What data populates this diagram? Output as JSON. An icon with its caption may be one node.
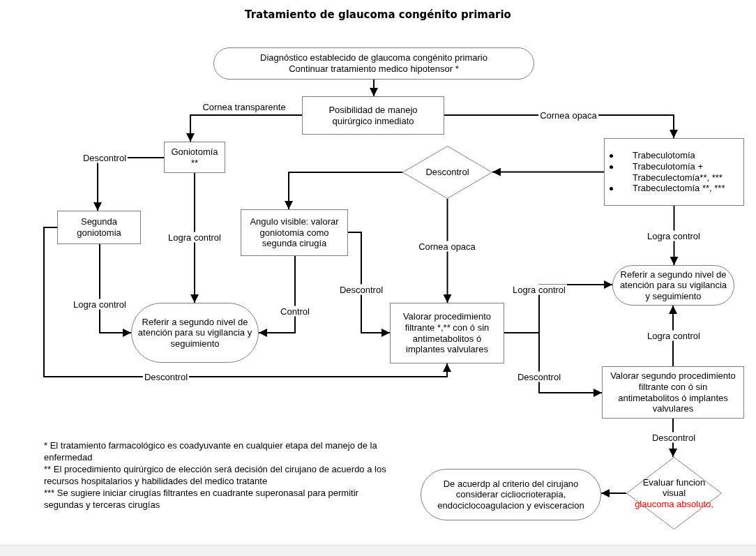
{
  "diagram": {
    "title": "Tratamiento de glaucoma congénito primario",
    "nodes": [
      {
        "text": [
          "Diagnóstico establecido de glaucoma congénito primario",
          "Continuar  tratamiento medico hipotensor *"
        ]
      },
      {
        "text": [
          "Posibilidad de manejo quirúrgico inmediato"
        ]
      },
      {
        "text": [
          "Goniotomía",
          "**"
        ]
      },
      {
        "text": [
          "Trabeculotomía",
          "Trabeculotomía + Trabeculectomía**, ***",
          "Trabeculectomía **, ***"
        ]
      },
      {
        "text": [
          "Descontrol"
        ]
      },
      {
        "text": [
          "Segunda goniotomia"
        ]
      },
      {
        "text": [
          "Angulo visible: valorar goniotomia como segunda cirugía"
        ]
      },
      {
        "text": [
          "Referir a segundo nivel de atención para su vigilancia y seguimiento"
        ]
      },
      {
        "text": [
          "Referir a segundo nivel de atención para su vigilancia y seguimiento"
        ]
      },
      {
        "text": [
          "Valorar procedimiento filtrante *,** con ó sin antimetabolitos ó implantes valvulares"
        ]
      },
      {
        "text": [
          "Valorar segundo procedimiento filtrante con ó sin antimetabolitos ó implantes valvulares"
        ]
      },
      {
        "text": [
          "Evaluar funcion visual",
          "glaucoma absoluto,"
        ]
      },
      {
        "text": [
          "De acuerdp al criterio del cirujano considerar cicliocrioterapia, endociclocoagulacion y evisceracion"
        ]
      }
    ],
    "edges": [
      {
        "from": 0,
        "to": 1,
        "arrow": "to"
      },
      {
        "from": 1,
        "to": 2,
        "arrow": "to",
        "label": "Cornea transparente"
      },
      {
        "from": 1,
        "to": 3,
        "arrow": "to",
        "label": "Cornea opaca"
      },
      {
        "from": 3,
        "to": 4,
        "arrow": "to"
      },
      {
        "from": 4,
        "to": 6,
        "arrow": "to"
      },
      {
        "from": 4,
        "to": 9,
        "arrow": "to",
        "label": "Cornea opaca"
      },
      {
        "from": 2,
        "to": 5,
        "arrow": "to",
        "label": "Descontrol"
      },
      {
        "from": 2,
        "to": 7,
        "arrow": "to",
        "label": "Logra control"
      },
      {
        "from": 5,
        "to": 7,
        "arrow": "to",
        "label": "Logra control"
      },
      {
        "from": 6,
        "to": 7,
        "arrow": "to",
        "label": "Control"
      },
      {
        "from": 6,
        "to": 9,
        "arrow": "to",
        "label": "Descontrol"
      },
      {
        "from": 5,
        "to": 9,
        "arrow": "to",
        "label": "Descontrol"
      },
      {
        "from": 9,
        "to": 8,
        "arrow": "to",
        "label": "Logra control"
      },
      {
        "from": 9,
        "to": 10,
        "arrow": "to",
        "label": "Descontrol"
      },
      {
        "from": 3,
        "to": 8,
        "arrow": "to",
        "label": "Logra control"
      },
      {
        "from": 10,
        "to": 8,
        "arrow": "to",
        "label": "Logra control"
      },
      {
        "from": 10,
        "to": 11,
        "arrow": "to",
        "label": "Descontrol"
      },
      {
        "from": 11,
        "to": 12,
        "arrow": "to"
      }
    ],
    "labels": [
      "* El tratamiento farmacológico es coadyuvante en cualquier etapa del manejo de la enfermedad",
      "** El procedimiento quirúrgico de elección será decisión del cirujano de acuerdo a los recursos hospitalarios y habilidades  del medico tratante",
      "*** Se sugiere iniciar cirugías filtrantes en cuadrante superonasal para permitir segundas y terceras cirugías"
    ]
  }
}
